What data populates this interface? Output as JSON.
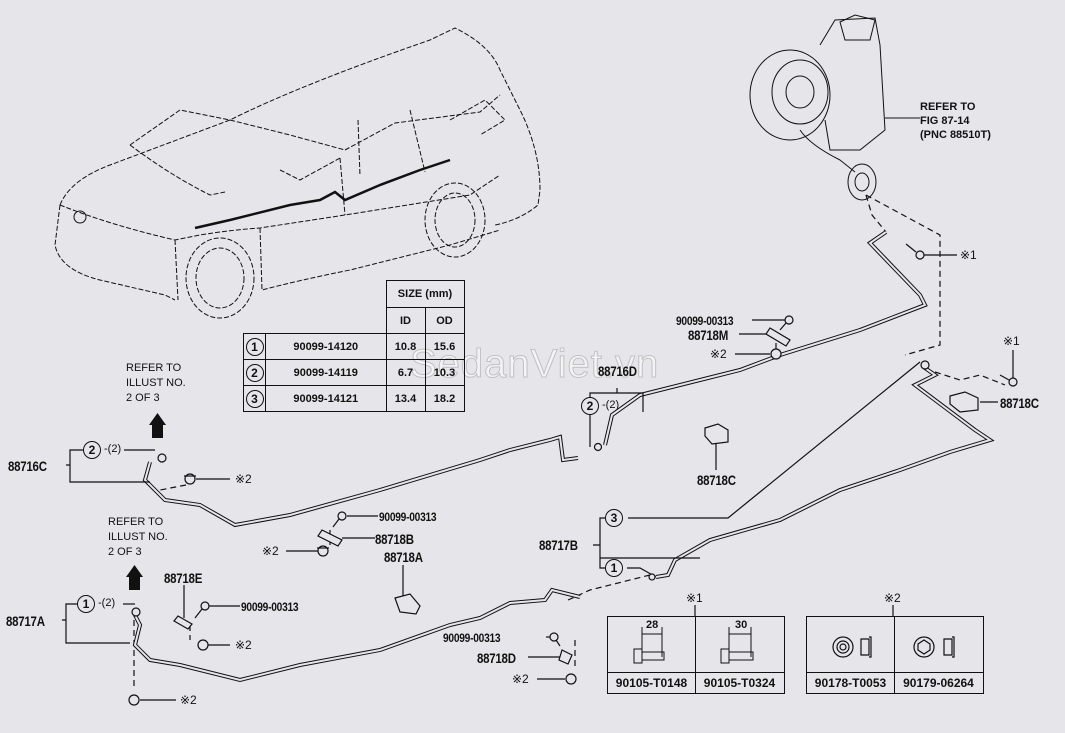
{
  "diagram": {
    "title_refs": {
      "blower_ref": [
        "REFER TO",
        "FIG 87-14",
        "(PNC 88510T)"
      ],
      "illust_ref_upper": [
        "REFER TO",
        "ILLUST NO.",
        "2 OF 3"
      ],
      "illust_ref_lower": [
        "REFER TO",
        "ILLUST NO.",
        "2 OF 3"
      ]
    },
    "size_table": {
      "header": "SIZE (mm)",
      "cols": [
        "ID",
        "OD"
      ],
      "rows": [
        {
          "num": "1",
          "part": "90099-14120",
          "id": "10.8",
          "od": "15.6"
        },
        {
          "num": "2",
          "part": "90099-14119",
          "id": "6.7",
          "od": "10.3"
        },
        {
          "num": "3",
          "part": "90099-14121",
          "id": "13.4",
          "od": "18.2"
        }
      ]
    },
    "labels": {
      "p88716C": "88716C",
      "p88716D": "88716D",
      "p88717A": "88717A",
      "p88717B": "88717B",
      "p88718A": "88718A",
      "p88718B": "88718B",
      "p88718C_right": "88718C",
      "p88718C_mid": "88718C",
      "p88718D": "88718D",
      "p88718E": "88718E",
      "p88718M": "88718M",
      "bolt_M": "90099-00313",
      "bolt_B": "90099-00313",
      "bolt_E": "90099-00313",
      "bolt_D": "90099-00313"
    },
    "callouts": {
      "c88716C": {
        "num": "2",
        "qty": "-(2)"
      },
      "c88716D": {
        "num": "2",
        "qty": "-(2)"
      },
      "c88717A": {
        "num": "1",
        "qty": "-(2)"
      },
      "c88717B_top": {
        "num": "3"
      },
      "c88717B_bot": {
        "num": "1"
      }
    },
    "notes": {
      "n1": "※1",
      "n2": "※2"
    },
    "bolt_box": {
      "title": "※1",
      "items": [
        {
          "dim": "28",
          "part": "90105-T0148"
        },
        {
          "dim": "30",
          "part": "90105-T0324"
        }
      ]
    },
    "nut_box": {
      "title": "※2",
      "items": [
        {
          "part": "90178-T0053"
        },
        {
          "part": "90179-06264"
        }
      ]
    },
    "watermark": "SedanViet.vn"
  }
}
